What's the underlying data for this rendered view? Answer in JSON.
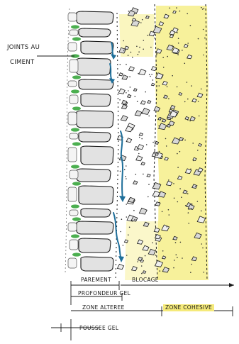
{
  "labels": {
    "joints_line1": "JOINTS AU",
    "joints_line2": "CIMENT",
    "parement": "PAREMENT",
    "blocage": "BLOCAGE",
    "profondeur_gel": "PROFONDEUR GEL",
    "zone_alteree": "ZONE ALTEREE",
    "zone_cohesive": "ZONE COHESIVE",
    "poussee_gel": "POUSSEE GEL"
  },
  "colors": {
    "stone_fill": "#e2e2e2",
    "mortar_green": "#4caf50",
    "yellow_zone": "#f6ee8a",
    "arrow_blue": "#1f6f9a",
    "ink": "#1a1a1a"
  }
}
